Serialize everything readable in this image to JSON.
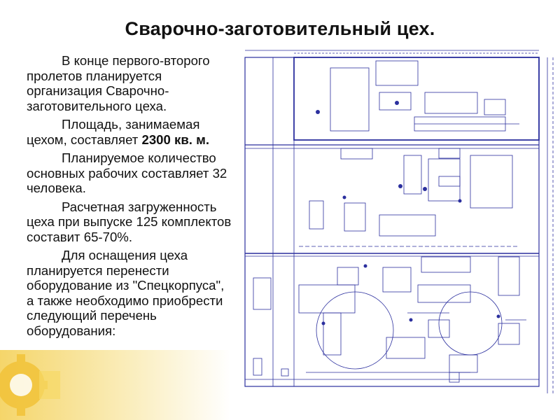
{
  "title": "Сварочно-заготовительный цех.",
  "paragraphs": [
    {
      "text": "В конце первого-второго пролетов планируется организация Сварочно-заготовительного цеха."
    },
    {
      "before": "Площадь, занимаемая цехом, составляет ",
      "bold": "2300 кв. м.",
      "after": ""
    },
    {
      "text": "Планируемое количество основных рабочих составляет 32 человека."
    },
    {
      "text": "Расчетная загруженность цеха при выпуске 125 комплектов составит 65-70%."
    },
    {
      "text": "Для оснащения цеха планируется перенести оборудование из \"Спецкорпуса\", а также необходимо приобрести следующий перечень оборудования:"
    }
  ],
  "colors": {
    "plan_line": "#2b2f9e",
    "logo": "#f2c43c"
  },
  "icons": {
    "logo": "gear-logo-icon"
  }
}
